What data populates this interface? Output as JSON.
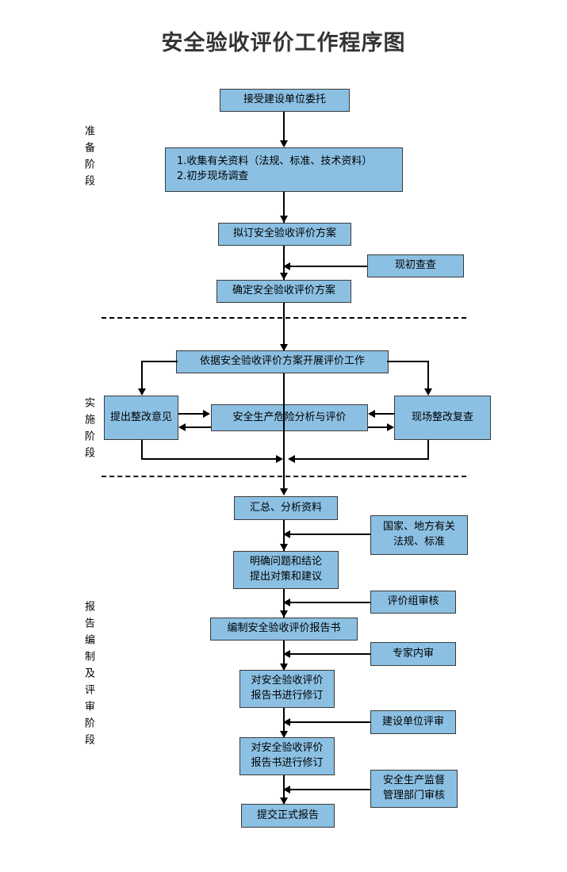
{
  "title": "安全验收评价工作程序图",
  "colors": {
    "node_fill": "#8BC0E3",
    "node_border": "#3A3A3A",
    "connector": "#000000",
    "title_text": "#333333",
    "background": "#FFFFFF"
  },
  "stages": [
    {
      "id": "preparation",
      "label": "准备阶段"
    },
    {
      "id": "implementation",
      "label": "实施阶段"
    },
    {
      "id": "report",
      "label": "报告编制及评审阶段"
    }
  ],
  "nodes": {
    "accept_commission": "接受建设单位委托",
    "collect_data": "1.收集有关资料（法规、标准、技术资料）\n2.初步现场调查",
    "draft_plan": "拟订安全验收评价方案",
    "site_first_check": "现初查查",
    "confirm_plan": "确定安全验收评价方案",
    "carry_out_eval": "依据安全验收评价方案开展评价工作",
    "rectification_opinion": "提出整改意见",
    "hazard_analysis": "安全生产危险分析与评价",
    "site_recheck": "现场整改复查",
    "summarize_analyze": "汇总、分析资料",
    "clarify_conclusions": "明确问题和结论\n提出对策和建议",
    "compile_report": "编制安全验收评价报告书",
    "national_local_laws": "国家、地方有关\n法规、标准",
    "eval_group_review": "评价组审核",
    "expert_internal_review": "专家内审",
    "revise_report_1": "对安全验收评价\n报告书进行修订",
    "construction_unit_review": "建设单位评审",
    "revise_report_2": "对安全验收评价\n报告书进行修订",
    "safety_supervision_review": "安全生产监督\n管理部门审核",
    "submit_final_report": "提交正式报告"
  }
}
